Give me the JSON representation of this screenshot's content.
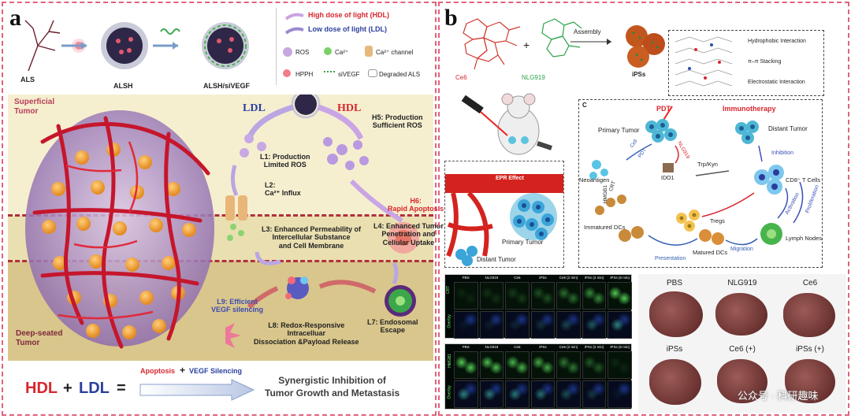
{
  "panel_a": {
    "letter": "a",
    "top": {
      "als": "ALS",
      "alsh": "ALSH",
      "alsh_sivegf": "ALSH/siVEGF",
      "plus": "+"
    },
    "legend": {
      "hdl": "High dose of light (HDL)",
      "ldl": "Low dose of light (LDL)",
      "ros": "ROS",
      "ca": "Ca²⁺",
      "ca_channel": "Ca²⁺ channel",
      "hpph": "HPPH",
      "sivegf": "siVEGF",
      "degraded": "Degraded ALS"
    },
    "superficial": "Superficial\nTumor",
    "deep": "Deep-seated\nTumor",
    "ldl": "LDL",
    "hdl": "HDL",
    "l1": "L1: Production\nLimited ROS",
    "h5": "H5: Production\nSufficient ROS",
    "l2": "L2:\nCa²⁺ Influx",
    "h6": "H6:\nRapid Apoptosis",
    "l3": "L3: Enhanced Permeability of\nIntercellular Substance\nand Cell Membrane",
    "l4": "L4: Enhanced Tumor\nPenetration and\nCellular Uptake",
    "l9": "L9: Efficient\nVEGF silencing",
    "l8": "L8: Redox-Responsive\nIntracelluar\nDissociation &Payload Release",
    "l7": "L7: Endosomal\nEscape",
    "eq_hdl": "HDL",
    "eq_plus": "+",
    "eq_ldl": "LDL",
    "eq_eq": "=",
    "apoptosis": "Apoptosis",
    "plus2": "+",
    "vegf_silencing": "VEGF Silencing",
    "synergy": "Synergistic Inhibition of\nTumor Growth and Metastasis"
  },
  "panel_b": {
    "letter": "b",
    "ce6": "Ce6",
    "nlg": "NLG919",
    "plus": "+",
    "assembly": "Assembly",
    "ipss": "iPSs",
    "interactions": [
      "Hydrophobic Interaction",
      "π–π Stacking",
      "Electrostatic Interaction"
    ],
    "c": "C",
    "pdt": "PDT",
    "immunotherapy": "Immunotherapy",
    "primary_tumor": "Primary Tumor",
    "distant_tumor": "Distant Tumor",
    "neoantigen": "Neoantigen",
    "ido1": "IDO1",
    "trp_kyn": "Trp/Kyn",
    "tregs": "Tregs",
    "cd8": "CD8⁺ T Cells",
    "inhibition": "Inhibition",
    "activation": "Activation",
    "proliferation": "Proliferation",
    "immatured_dcs": "Immatured DCs",
    "matured_dcs": "Matured DCs",
    "presentation": "Presentation",
    "migration": "Migration",
    "lymph_nodes": "Lymph Nodes",
    "hmgb1": "HMGB1",
    "crt": "CRT",
    "cell_arrow": "Cell",
    "pdt_arrow": "PDT",
    "nlg_arrow": "NLG919",
    "vessel_label": "EPR Effect",
    "primary_tumor2": "Primary Tumor",
    "distant_tumor2": "Distant Tumor",
    "micro_cols": [
      "PBS",
      "NLG919",
      "Ce6",
      "iPSs",
      "Ce6 (2 min)",
      "iPSs (2 min)",
      "iPSs (6 min)"
    ],
    "micro_rows_top": [
      "CRT",
      "Overlay"
    ],
    "micro_rows_bottom": [
      "HMGB1",
      "Overlay"
    ],
    "organ_labels_top": [
      "PBS",
      "NLG919",
      "Ce6"
    ],
    "organ_labels_bottom": [
      "iPSs",
      "Ce6 (+)",
      "iPSs (+)"
    ],
    "watermark": "公众号 · 科研趣味"
  }
}
